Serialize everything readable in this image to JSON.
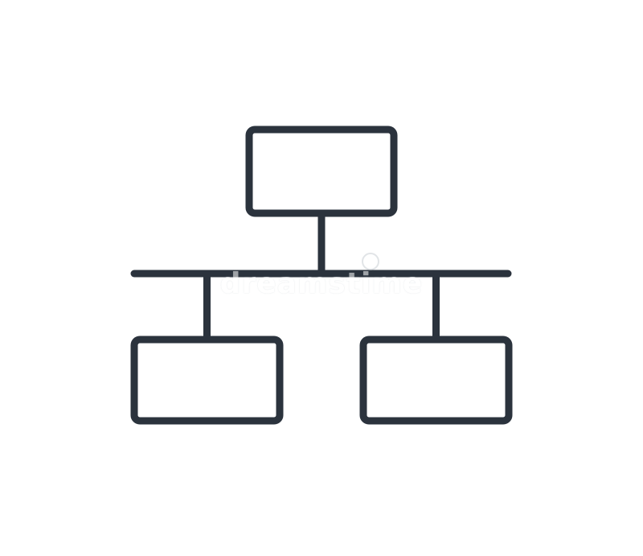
{
  "diagram": {
    "type": "hierarchy-icon",
    "stroke_color": "#2b333d",
    "background_color": "#ffffff",
    "nodes": [
      {
        "id": "parent",
        "level": 0
      },
      {
        "id": "child-left",
        "level": 1
      },
      {
        "id": "child-right",
        "level": 1
      }
    ],
    "edges": [
      {
        "from": "parent",
        "to": "child-left"
      },
      {
        "from": "parent",
        "to": "child-right"
      }
    ]
  },
  "watermark": {
    "text": "dreamstime"
  }
}
